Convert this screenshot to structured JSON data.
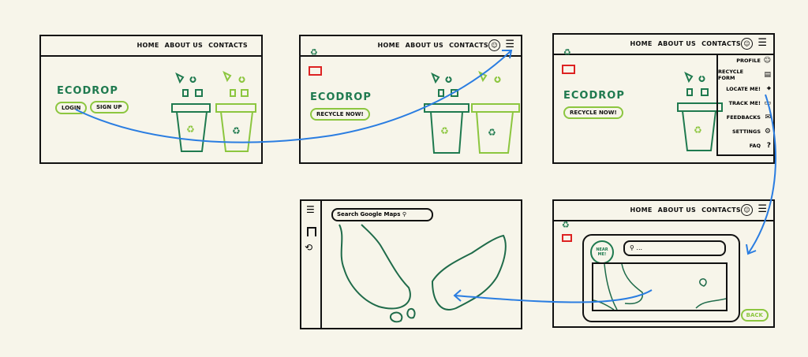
{
  "nav": {
    "home": "HOME",
    "about": "ABOUT US",
    "contacts": "CONTACTS"
  },
  "brand": "ECODROP",
  "screen1": {
    "login": "LOGIN",
    "signup": "SIGN UP"
  },
  "screen2": {
    "cta": "RECYCLE NOW!"
  },
  "screen3": {
    "menu": [
      {
        "label": "PROFILE",
        "icon": "user-icon"
      },
      {
        "label": "RECYCLE FORM",
        "icon": "form-icon"
      },
      {
        "label": "LOCATE ME!",
        "icon": "location-icon"
      },
      {
        "label": "TRACK ME!",
        "icon": "truck-icon"
      },
      {
        "label": "FEEDBACKS",
        "icon": "feedback-icon"
      },
      {
        "label": "SETTINGS",
        "icon": "gear-icon"
      },
      {
        "label": "FAQ",
        "icon": "question-icon"
      }
    ]
  },
  "screen4": {
    "search_placeholder": "Search Google Maps"
  },
  "screen5": {
    "near_me": "NEAR ME!",
    "search_placeholder": "...",
    "back": "BACK"
  },
  "colors": {
    "dark_green": "#1f7a4f",
    "light_green": "#8cc63f",
    "arrow": "#2a7de1",
    "red": "#d22222"
  }
}
